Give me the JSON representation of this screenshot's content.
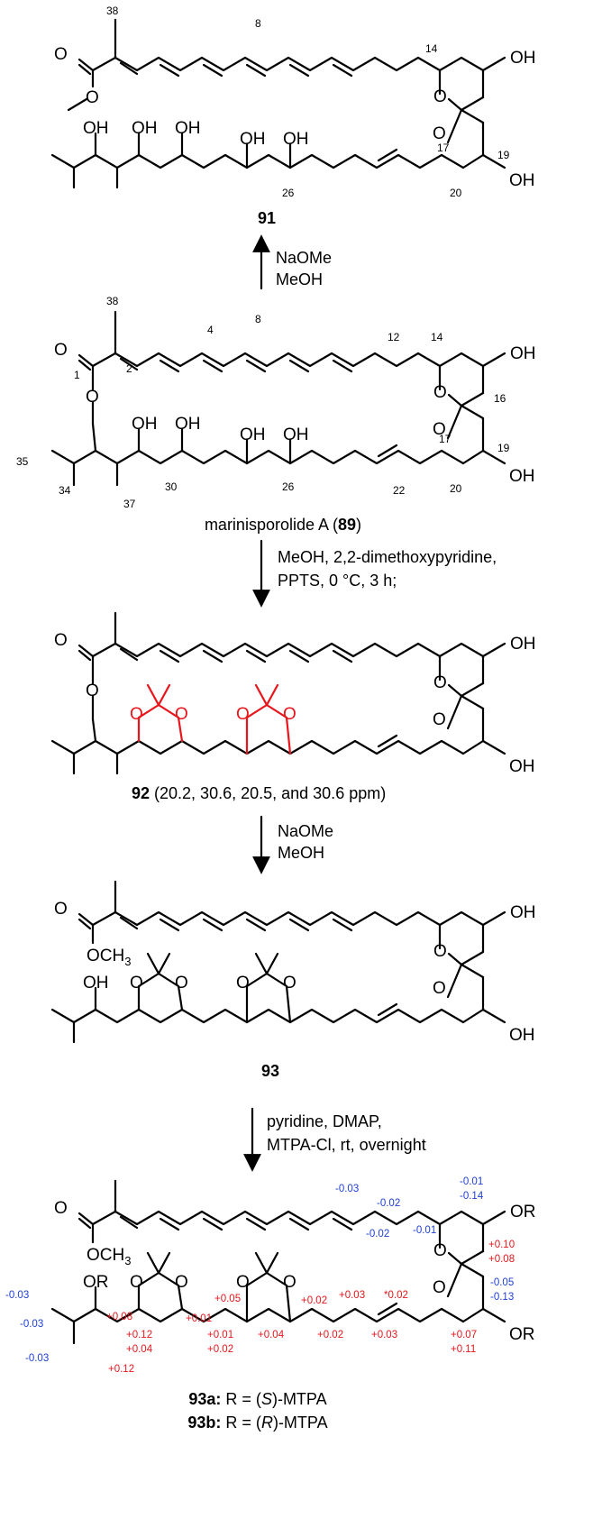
{
  "compounds": {
    "c91": {
      "label": "91"
    },
    "c89": {
      "prefix": "marinisporolide A (",
      "num": "89",
      "suffix": ")"
    },
    "c92": {
      "num": "92",
      "note": " (20.2, 30.6, 20.5, and 30.6 ppm)"
    },
    "c93": {
      "label": "93"
    },
    "c93a": {
      "num": "93a:",
      "text": " R = (",
      "config": "S",
      "tail": ")-MTPA"
    },
    "c93b": {
      "num": "93b:",
      "text": " R = (",
      "config": "R",
      "tail": ")-MTPA"
    }
  },
  "arrows": {
    "a1": {
      "line1": "NaOMe",
      "line2": "MeOH"
    },
    "a2": {
      "line1": "MeOH, 2,2-dimethoxypyridine,",
      "line2": "PPTS, 0 °C, 3 h;"
    },
    "a3": {
      "line1": "NaOMe",
      "line2": "MeOH"
    },
    "a4": {
      "line1": "pyridine, DMAP,",
      "line2": "MTPA-Cl, rt, overnight"
    }
  },
  "atoms": {
    "O": "O",
    "OH": "OH",
    "OR": "OR",
    "OCH3": "OCH",
    "sub3": "3"
  },
  "numbering": {
    "n38": "38",
    "n8": "8",
    "n14": "14",
    "n17": "17",
    "n19": "19",
    "n20": "20",
    "n26": "26",
    "n4": "4",
    "n2": "2",
    "n1": "1",
    "n12": "12",
    "n16": "16",
    "n22": "22",
    "n30": "30",
    "n34": "34",
    "n35": "35",
    "n37": "37"
  },
  "deltas": {
    "b1": "-0.03",
    "b2": "-0.02",
    "b3": "-0.02",
    "b4": "-0.01",
    "b5": "-0.01",
    "b6": "-0.14",
    "b7": "-0.05",
    "b8": "-0.13",
    "b9": "-0.03",
    "b10": "-0.03",
    "b11": "-0.03",
    "r1": "+0.10",
    "r2": "+0.08",
    "r3": "+0.05",
    "r4": "+0.02",
    "r5": "+0.03",
    "r6": "*0.02",
    "r7": "+0.08",
    "r8": "+0.01",
    "r9": "+0.12",
    "r10": "+0.04",
    "r11": "+0.01",
    "r12": "+0.02",
    "r13": "+0.04",
    "r14": "+0.02",
    "r15": "+0.03",
    "r16": "+0.07",
    "r17": "+0.11",
    "r18": "+0.12"
  }
}
